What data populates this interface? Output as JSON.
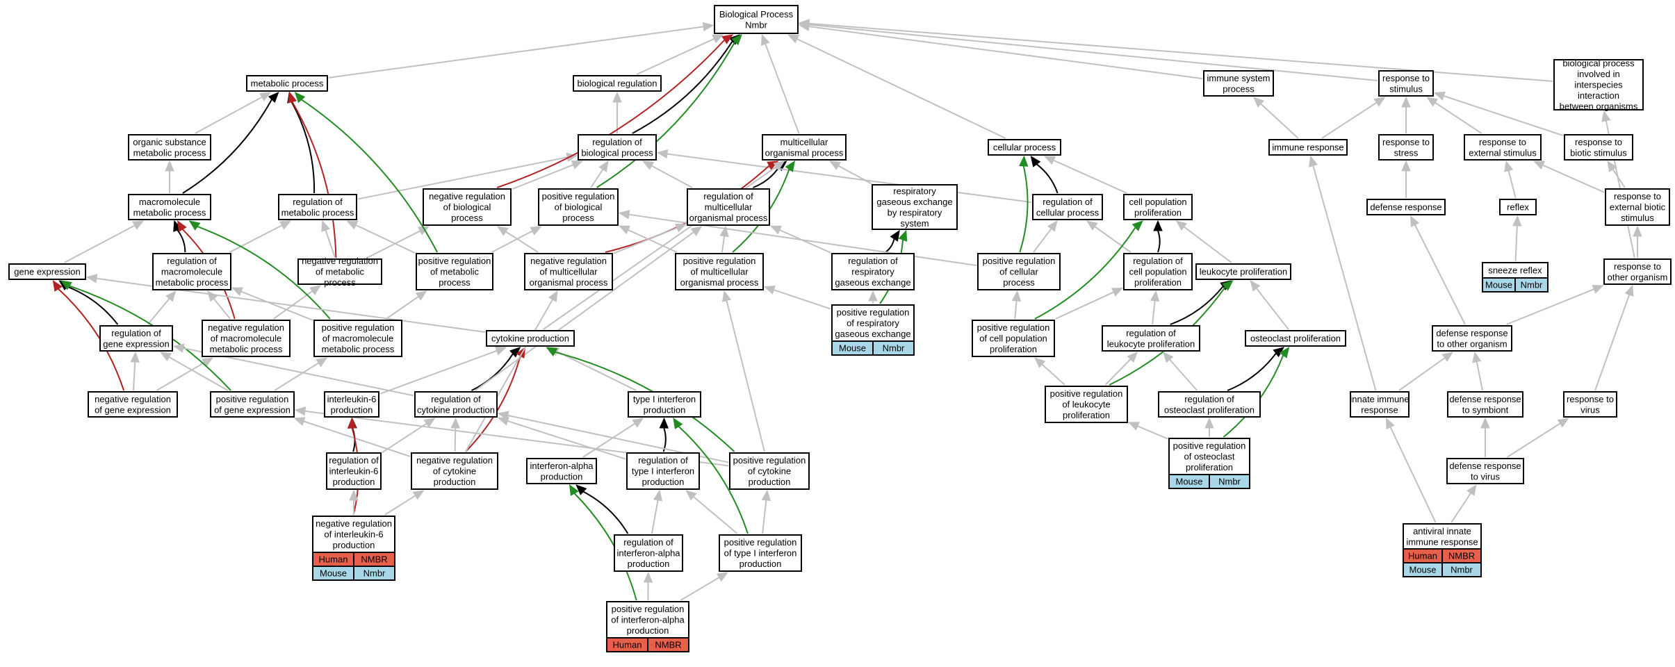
{
  "colors": {
    "is_a_edge": "#c0c0c0",
    "regulates_edge": "#000000",
    "negatively_regulates_edge": "#b22222",
    "positively_regulates_edge": "#228b22",
    "human_badge": "#e8604a",
    "mouse_badge": "#a8d8e8"
  },
  "nodes": [
    {
      "id": "bp",
      "lines": [
        "Biological Process",
        "Nmbr"
      ]
    },
    {
      "id": "mp",
      "lines": [
        "metabolic process"
      ]
    },
    {
      "id": "br",
      "lines": [
        "biological regulation"
      ]
    },
    {
      "id": "isp",
      "lines": [
        "immune system",
        "process"
      ]
    },
    {
      "id": "rts",
      "lines": [
        "response to",
        "stimulus"
      ]
    },
    {
      "id": "bpii",
      "lines": [
        "biological process",
        "involved in",
        "interspecies",
        "interaction",
        "between organisms"
      ]
    },
    {
      "id": "osmp",
      "lines": [
        "organic substance",
        "metabolic process"
      ]
    },
    {
      "id": "rbp",
      "lines": [
        "regulation of",
        "biological process"
      ]
    },
    {
      "id": "mop",
      "lines": [
        "multicellular",
        "organismal process"
      ]
    },
    {
      "id": "cp",
      "lines": [
        "cellular process"
      ]
    },
    {
      "id": "ir",
      "lines": [
        "immune response"
      ]
    },
    {
      "id": "rstress",
      "lines": [
        "response to",
        "stress"
      ]
    },
    {
      "id": "res",
      "lines": [
        "response to",
        "external stimulus"
      ]
    },
    {
      "id": "rbs",
      "lines": [
        "response to",
        "biotic stimulus"
      ]
    },
    {
      "id": "mmp",
      "lines": [
        "macromolecule",
        "metabolic process"
      ]
    },
    {
      "id": "rmp",
      "lines": [
        "regulation of",
        "metabolic process"
      ]
    },
    {
      "id": "nrbp",
      "lines": [
        "negative regulation",
        "of biological",
        "process"
      ]
    },
    {
      "id": "prbp",
      "lines": [
        "positive regulation",
        "of biological",
        "process"
      ]
    },
    {
      "id": "rmop",
      "lines": [
        "regulation of",
        "multicellular",
        "organismal process"
      ]
    },
    {
      "id": "rge_resp",
      "lines": [
        "respiratory",
        "gaseous exchange",
        "by respiratory",
        "system"
      ]
    },
    {
      "id": "rcp",
      "lines": [
        "regulation of",
        "cellular process"
      ]
    },
    {
      "id": "cpp",
      "lines": [
        "cell population",
        "proliferation"
      ]
    },
    {
      "id": "dr",
      "lines": [
        "defense response"
      ]
    },
    {
      "id": "reflex",
      "lines": [
        "reflex"
      ]
    },
    {
      "id": "rebs",
      "lines": [
        "response to",
        "external biotic",
        "stimulus"
      ]
    },
    {
      "id": "ge",
      "lines": [
        "gene expression"
      ]
    },
    {
      "id": "rmmp",
      "lines": [
        "regulation of",
        "macromolecule",
        "metabolic process"
      ]
    },
    {
      "id": "nrmp",
      "lines": [
        "negative regulation",
        "of metabolic",
        "process"
      ]
    },
    {
      "id": "prmp",
      "lines": [
        "positive regulation",
        "of metabolic",
        "process"
      ]
    },
    {
      "id": "nrmop",
      "lines": [
        "negative regulation",
        "of multicellular",
        "organismal process"
      ]
    },
    {
      "id": "prmop",
      "lines": [
        "positive regulation",
        "of multicellular",
        "organismal process"
      ]
    },
    {
      "id": "rrge",
      "lines": [
        "regulation of",
        "respiratory",
        "gaseous exchange"
      ]
    },
    {
      "id": "prcp",
      "lines": [
        "positive regulation",
        "of cellular",
        "process"
      ]
    },
    {
      "id": "rcpp",
      "lines": [
        "regulation of",
        "cell population",
        "proliferation"
      ]
    },
    {
      "id": "lp",
      "lines": [
        "leukocyte proliferation"
      ]
    },
    {
      "id": "sr",
      "lines": [
        "sneeze reflex"
      ]
    },
    {
      "id": "rtoo",
      "lines": [
        "response to",
        "other organism"
      ]
    },
    {
      "id": "rge",
      "lines": [
        "regulation of",
        "gene expression"
      ]
    },
    {
      "id": "nrmmp",
      "lines": [
        "negative regulation",
        "of macromolecule",
        "metabolic process"
      ]
    },
    {
      "id": "prmmp",
      "lines": [
        "positive regulation",
        "of macromolecule",
        "metabolic process"
      ]
    },
    {
      "id": "cytp",
      "lines": [
        "cytokine production"
      ]
    },
    {
      "id": "prrge",
      "lines": [
        "positive regulation",
        "of respiratory",
        "gaseous exchange"
      ]
    },
    {
      "id": "prcpp",
      "lines": [
        "positive regulation",
        "of cell population",
        "proliferation"
      ]
    },
    {
      "id": "rlp",
      "lines": [
        "regulation of",
        "leukocyte proliferation"
      ]
    },
    {
      "id": "op",
      "lines": [
        "osteoclast proliferation"
      ]
    },
    {
      "id": "drtoo",
      "lines": [
        "defense response",
        "to other organism"
      ]
    },
    {
      "id": "nrge",
      "lines": [
        "negative regulation",
        "of gene expression"
      ]
    },
    {
      "id": "prge",
      "lines": [
        "positive regulation",
        "of gene expression"
      ]
    },
    {
      "id": "il6p",
      "lines": [
        "interleukin-6",
        "production"
      ]
    },
    {
      "id": "rcytp",
      "lines": [
        "regulation of",
        "cytokine production"
      ]
    },
    {
      "id": "t1ifn",
      "lines": [
        "type I interferon",
        "production"
      ]
    },
    {
      "id": "prlp",
      "lines": [
        "positive regulation",
        "of leukocyte",
        "proliferation"
      ]
    },
    {
      "id": "rop",
      "lines": [
        "regulation of",
        "osteoclast proliferation"
      ]
    },
    {
      "id": "iir",
      "lines": [
        "innate immune",
        "response"
      ]
    },
    {
      "id": "drts",
      "lines": [
        "defense response",
        "to symbiont"
      ]
    },
    {
      "id": "rtv",
      "lines": [
        "response to",
        "virus"
      ]
    },
    {
      "id": "ril6",
      "lines": [
        "regulation of",
        "interleukin-6",
        "production"
      ]
    },
    {
      "id": "nrcytp",
      "lines": [
        "negative regulation",
        "of cytokine",
        "production"
      ]
    },
    {
      "id": "ifnap",
      "lines": [
        "interferon-alpha",
        "production"
      ]
    },
    {
      "id": "rt1ifn",
      "lines": [
        "regulation of",
        "type I interferon",
        "production"
      ]
    },
    {
      "id": "prcytp",
      "lines": [
        "positive regulation",
        "of cytokine",
        "production"
      ]
    },
    {
      "id": "prop",
      "lines": [
        "positive regulation",
        "of osteoclast",
        "proliferation"
      ]
    },
    {
      "id": "drtv",
      "lines": [
        "defense response",
        "to virus"
      ]
    },
    {
      "id": "nril6",
      "lines": [
        "negative regulation",
        "of interleukin-6",
        "production"
      ]
    },
    {
      "id": "rifna",
      "lines": [
        "regulation of",
        "interferon-alpha",
        "production"
      ]
    },
    {
      "id": "prt1ifn",
      "lines": [
        "positive regulation",
        "of type I interferon",
        "production"
      ]
    },
    {
      "id": "aiir",
      "lines": [
        "antiviral innate",
        "immune response"
      ]
    },
    {
      "id": "prifna",
      "lines": [
        "positive regulation",
        "of interferon-alpha",
        "production"
      ]
    }
  ],
  "badges": [
    {
      "node": "prrge",
      "rows": [
        [
          "Mouse",
          "Nmbr"
        ]
      ],
      "species": [
        "mouse"
      ]
    },
    {
      "node": "sr",
      "rows": [
        [
          "Mouse",
          "Nmbr"
        ]
      ],
      "species": [
        "mouse"
      ]
    },
    {
      "node": "prop",
      "rows": [
        [
          "Mouse",
          "Nmbr"
        ]
      ],
      "species": [
        "mouse"
      ]
    },
    {
      "node": "nril6",
      "rows": [
        [
          "Human",
          "NMBR"
        ],
        [
          "Mouse",
          "Nmbr"
        ]
      ],
      "species": [
        "human",
        "mouse"
      ]
    },
    {
      "node": "aiir",
      "rows": [
        [
          "Human",
          "NMBR"
        ],
        [
          "Mouse",
          "Nmbr"
        ]
      ],
      "species": [
        "human",
        "mouse"
      ]
    },
    {
      "node": "prifna",
      "rows": [
        [
          "Human",
          "NMBR"
        ]
      ],
      "species": [
        "human"
      ]
    }
  ],
  "edges": [
    [
      "mp",
      "bp",
      "isa"
    ],
    [
      "br",
      "bp",
      "isa"
    ],
    [
      "isp",
      "bp",
      "isa"
    ],
    [
      "rts",
      "bp",
      "isa"
    ],
    [
      "bpii",
      "bp",
      "isa"
    ],
    [
      "osmp",
      "mp",
      "isa"
    ],
    [
      "rbp",
      "br",
      "isa"
    ],
    [
      "rbp",
      "bp",
      "reg"
    ],
    [
      "mop",
      "bp",
      "isa"
    ],
    [
      "cp",
      "bp",
      "isa"
    ],
    [
      "ir",
      "isp",
      "isa"
    ],
    [
      "ir",
      "rts",
      "isa"
    ],
    [
      "rstress",
      "rts",
      "isa"
    ],
    [
      "res",
      "rts",
      "isa"
    ],
    [
      "rbs",
      "rts",
      "isa"
    ],
    [
      "mmp",
      "osmp",
      "isa"
    ],
    [
      "mmp",
      "mp",
      "reg_isa_mmp"
    ],
    [
      "rmp",
      "mp",
      "reg"
    ],
    [
      "rmp",
      "rbp",
      "isa"
    ],
    [
      "nrbp",
      "bp",
      "neg"
    ],
    [
      "nrbp",
      "rbp",
      "isa"
    ],
    [
      "prbp",
      "bp",
      "pos"
    ],
    [
      "prbp",
      "rbp",
      "isa"
    ],
    [
      "rmop",
      "mop",
      "reg"
    ],
    [
      "rmop",
      "rbp",
      "isa"
    ],
    [
      "rge_resp",
      "mop",
      "isa"
    ],
    [
      "rcp",
      "cp",
      "reg"
    ],
    [
      "rcp",
      "rbp",
      "isa"
    ],
    [
      "cpp",
      "cp",
      "isa"
    ],
    [
      "dr",
      "rstress",
      "isa"
    ],
    [
      "reflex",
      "res",
      "isa"
    ],
    [
      "rebs",
      "res",
      "isa"
    ],
    [
      "rebs",
      "rbs",
      "isa"
    ],
    [
      "ge",
      "mmp",
      "isa"
    ],
    [
      "rmmp",
      "mmp",
      "reg"
    ],
    [
      "rmmp",
      "rmp",
      "isa"
    ],
    [
      "nrmp",
      "mp",
      "neg"
    ],
    [
      "nrmp",
      "rmp",
      "isa"
    ],
    [
      "nrmp",
      "nrbp",
      "isa"
    ],
    [
      "prmp",
      "mp",
      "pos"
    ],
    [
      "prmp",
      "rmp",
      "isa"
    ],
    [
      "prmp",
      "prbp",
      "isa"
    ],
    [
      "nrmop",
      "mop",
      "neg"
    ],
    [
      "nrmop",
      "rmop",
      "isa"
    ],
    [
      "nrmop",
      "nrbp",
      "isa"
    ],
    [
      "prmop",
      "mop",
      "pos"
    ],
    [
      "prmop",
      "rmop",
      "isa"
    ],
    [
      "prmop",
      "prbp",
      "isa"
    ],
    [
      "rrge",
      "rge_resp",
      "reg"
    ],
    [
      "rrge",
      "rmop",
      "isa"
    ],
    [
      "prcp",
      "cp",
      "pos"
    ],
    [
      "prcp",
      "rcp",
      "isa"
    ],
    [
      "prcp",
      "prbp",
      "isa"
    ],
    [
      "rcpp",
      "cpp",
      "reg"
    ],
    [
      "rcpp",
      "rcp",
      "isa"
    ],
    [
      "lp",
      "cpp",
      "isa"
    ],
    [
      "sr",
      "reflex",
      "isa"
    ],
    [
      "rtoo",
      "rebs",
      "isa"
    ],
    [
      "rtoo",
      "bpii",
      "isa"
    ],
    [
      "rge",
      "ge",
      "reg"
    ],
    [
      "rge",
      "rmmp",
      "isa"
    ],
    [
      "nrmmp",
      "mmp",
      "neg"
    ],
    [
      "nrmmp",
      "rmmp",
      "isa"
    ],
    [
      "nrmmp",
      "nrmp",
      "isa"
    ],
    [
      "prmmp",
      "mmp",
      "pos"
    ],
    [
      "prmmp",
      "rmmp",
      "isa"
    ],
    [
      "prmmp",
      "prmp",
      "isa"
    ],
    [
      "cytp",
      "mop",
      "isa"
    ],
    [
      "cytp",
      "ge",
      "isa"
    ],
    [
      "prrge",
      "rge_resp",
      "pos"
    ],
    [
      "prrge",
      "rrge",
      "isa"
    ],
    [
      "prrge",
      "prmop",
      "isa"
    ],
    [
      "prcpp",
      "cpp",
      "pos"
    ],
    [
      "prcpp",
      "rcpp",
      "isa"
    ],
    [
      "prcpp",
      "prcp",
      "isa"
    ],
    [
      "rlp",
      "lp",
      "reg"
    ],
    [
      "rlp",
      "rcpp",
      "isa"
    ],
    [
      "op",
      "lp",
      "isa"
    ],
    [
      "drtoo",
      "dr",
      "isa"
    ],
    [
      "drtoo",
      "rtoo",
      "isa"
    ],
    [
      "nrge",
      "ge",
      "neg"
    ],
    [
      "nrge",
      "rge",
      "isa"
    ],
    [
      "nrge",
      "nrmmp",
      "isa"
    ],
    [
      "prge",
      "ge",
      "pos"
    ],
    [
      "prge",
      "rge",
      "isa"
    ],
    [
      "prge",
      "prmmp",
      "isa"
    ],
    [
      "il6p",
      "cytp",
      "isa"
    ],
    [
      "rcytp",
      "cytp",
      "reg"
    ],
    [
      "rcytp",
      "rmop",
      "isa"
    ],
    [
      "rcytp",
      "rge",
      "isa"
    ],
    [
      "t1ifn",
      "cytp",
      "isa"
    ],
    [
      "prlp",
      "lp",
      "pos"
    ],
    [
      "prlp",
      "rlp",
      "isa"
    ],
    [
      "prlp",
      "prcpp",
      "isa"
    ],
    [
      "rop",
      "op",
      "reg"
    ],
    [
      "rop",
      "rlp",
      "isa"
    ],
    [
      "iir",
      "ir",
      "isa"
    ],
    [
      "iir",
      "drtoo",
      "isa"
    ],
    [
      "drts",
      "drtoo",
      "isa"
    ],
    [
      "rtv",
      "rtoo",
      "isa"
    ],
    [
      "ril6",
      "il6p",
      "reg"
    ],
    [
      "ril6",
      "rcytp",
      "isa"
    ],
    [
      "nrcytp",
      "cytp",
      "neg"
    ],
    [
      "nrcytp",
      "rcytp",
      "isa"
    ],
    [
      "nrcytp",
      "nrmop",
      "isa"
    ],
    [
      "nrcytp",
      "prge",
      "isa"
    ],
    [
      "ifnap",
      "t1ifn",
      "isa"
    ],
    [
      "rt1ifn",
      "t1ifn",
      "reg"
    ],
    [
      "rt1ifn",
      "rcytp",
      "isa"
    ],
    [
      "prcytp",
      "cytp",
      "pos"
    ],
    [
      "prcytp",
      "rcytp",
      "isa"
    ],
    [
      "prcytp",
      "prmop",
      "isa"
    ],
    [
      "prcytp",
      "prge",
      "isa"
    ],
    [
      "prop",
      "op",
      "pos"
    ],
    [
      "prop",
      "rop",
      "isa"
    ],
    [
      "prop",
      "prlp",
      "isa"
    ],
    [
      "drtv",
      "drts",
      "isa"
    ],
    [
      "drtv",
      "rtv",
      "isa"
    ],
    [
      "nril6",
      "il6p",
      "neg"
    ],
    [
      "nril6",
      "ril6",
      "isa"
    ],
    [
      "nril6",
      "nrcytp",
      "isa"
    ],
    [
      "rifna",
      "ifnap",
      "reg"
    ],
    [
      "rifna",
      "rt1ifn",
      "isa"
    ],
    [
      "prt1ifn",
      "t1ifn",
      "pos"
    ],
    [
      "prt1ifn",
      "rt1ifn",
      "isa"
    ],
    [
      "prt1ifn",
      "prcytp",
      "isa"
    ],
    [
      "aiir",
      "iir",
      "isa"
    ],
    [
      "aiir",
      "drtv",
      "isa"
    ],
    [
      "prifna",
      "ifnap",
      "pos"
    ],
    [
      "prifna",
      "rifna",
      "isa"
    ],
    [
      "prifna",
      "prt1ifn",
      "isa"
    ]
  ]
}
